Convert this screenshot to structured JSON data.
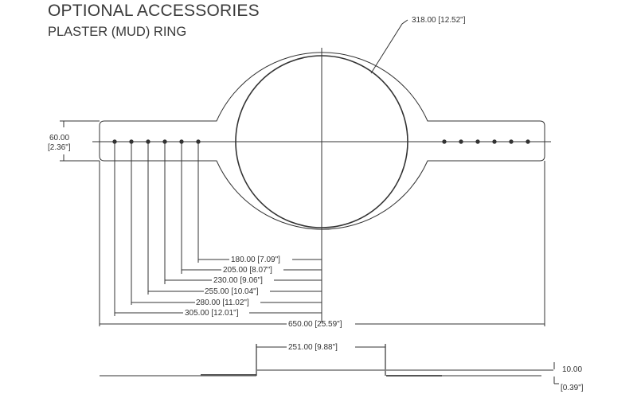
{
  "header": {
    "title": "OPTIONAL ACCESSORIES",
    "subtitle": "PLASTER (MUD) RING"
  },
  "dimensions": {
    "inner_diameter": "318.00 [12.52\"]",
    "tab_height_mm": "60.00",
    "tab_height_in": "[2.36\"]",
    "hole_offsets": [
      "180.00 [7.09\"]",
      "205.00 [8.07\"]",
      "230.00 [9.06\"]",
      "255.00 [10.04\"]",
      "280.00 [11.02\"]",
      "305.00 [12.01\"]"
    ],
    "overall_length": "650.00 [25.59\"]",
    "side_width": "251.00 [9.88\"]",
    "thickness_mm": "10.00",
    "thickness_in": "[0.39\"]"
  }
}
